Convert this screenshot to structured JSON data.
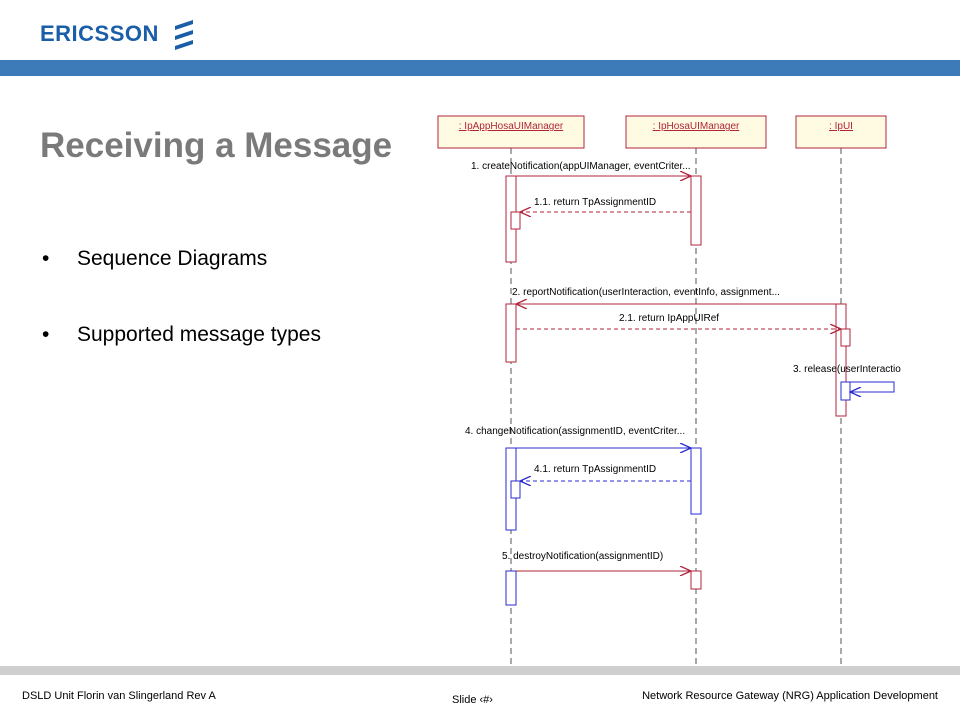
{
  "header": {
    "logo_text": "ERICSSON",
    "brand_color": "#1a5ea8",
    "bar_color": "#3d7ab8"
  },
  "slide": {
    "title": "Receiving a Message",
    "bullets": [
      "Sequence Diagrams",
      "Supported message types"
    ]
  },
  "diagram": {
    "lifelines": [
      ": IpAppHosaUIManager",
      ": IpHosaUIManager",
      ": IpUI"
    ],
    "messages": [
      {
        "label": "1. createNotification(appUIManager, eventCriter...",
        "color": "#b0243d",
        "kind": "call"
      },
      {
        "label": "1.1. return TpAssignmentID",
        "color": "#b0243d",
        "kind": "return"
      },
      {
        "label": "2. reportNotification(userInteraction, eventInfo, assignment...",
        "color": "#b0243d",
        "kind": "call"
      },
      {
        "label": "2.1. return IpAppUIRef",
        "color": "#b0243d",
        "kind": "return"
      },
      {
        "label": "3. release(userInteractio",
        "color": "#2a2ad0",
        "kind": "self"
      },
      {
        "label": "4. changeNotification(assignmentID, eventCriter...",
        "color": "#2a2ad0",
        "kind": "call"
      },
      {
        "label": "4.1. return TpAssignmentID",
        "color": "#2a2ad0",
        "kind": "return"
      },
      {
        "label": "5. destroyNotification(assignmentID)",
        "color": "#b0243d",
        "kind": "call"
      }
    ]
  },
  "footer": {
    "left": "DSLD Unit Florin van Slingerland Rev A",
    "center": "Slide ‹#›",
    "right": "Network Resource Gateway (NRG) Application Development"
  }
}
